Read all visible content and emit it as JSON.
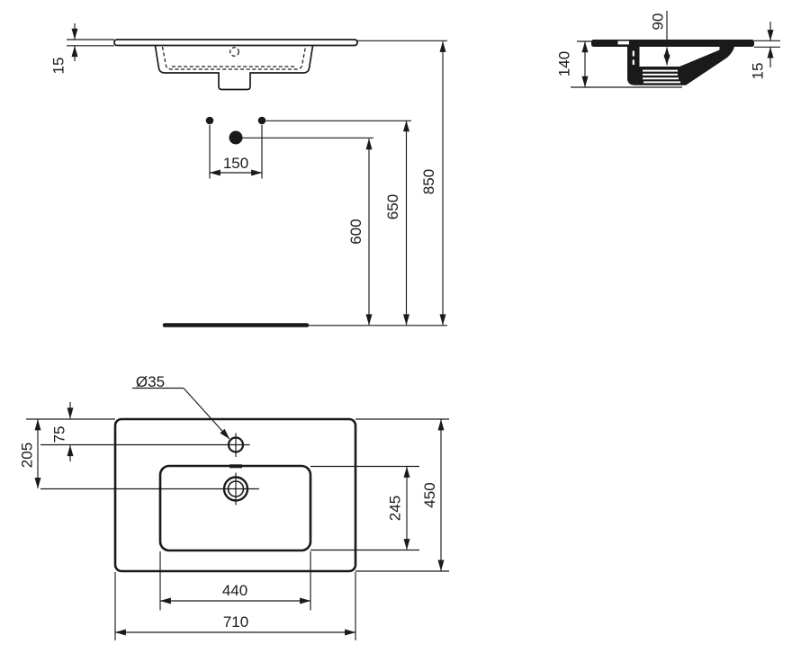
{
  "colors": {
    "ink": "#1a1a1a",
    "background": "#ffffff"
  },
  "views": {
    "front": {
      "rim_thickness": "15",
      "holes_spacing": "150",
      "drain_height": "600",
      "holes_height": "650",
      "rim_height": "850"
    },
    "side": {
      "bowl_depth": "90",
      "body_height": "140",
      "rim_thickness": "15"
    },
    "plan": {
      "faucet_hole_diameter": "Ø35",
      "faucet_offset": "75",
      "drain_offset": "205",
      "bowl_depth": "245",
      "overall_depth": "450",
      "bowl_width": "440",
      "overall_width": "710"
    }
  }
}
